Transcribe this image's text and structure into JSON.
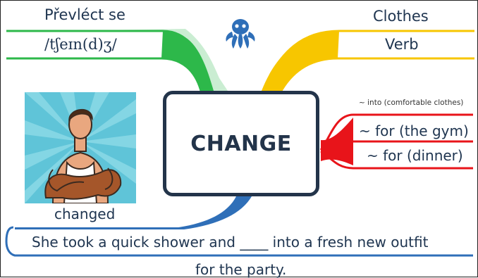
{
  "word": "CHANGE",
  "translation": "Převléct se",
  "pronunciation": "/tʃeɪn(d)ʒ/",
  "category": "Clothes",
  "part_of_speech": "Verb",
  "collocations": {
    "note": "~ into (comfortable clothes)",
    "items": [
      "~ for (the gym)",
      "~ for (dinner)"
    ]
  },
  "past_form": "changed",
  "example": {
    "line1": "She took a quick shower and ____ into a fresh new outfit",
    "line2": "for the party."
  },
  "icons": {
    "logo": "octopus-logo-icon",
    "illustration": "man-changing-shirt-illustration"
  },
  "colors": {
    "green": "#2db84a",
    "yellow": "#f7c600",
    "red": "#e8141a",
    "blue": "#2f6fb8",
    "dark": "#23344a"
  }
}
